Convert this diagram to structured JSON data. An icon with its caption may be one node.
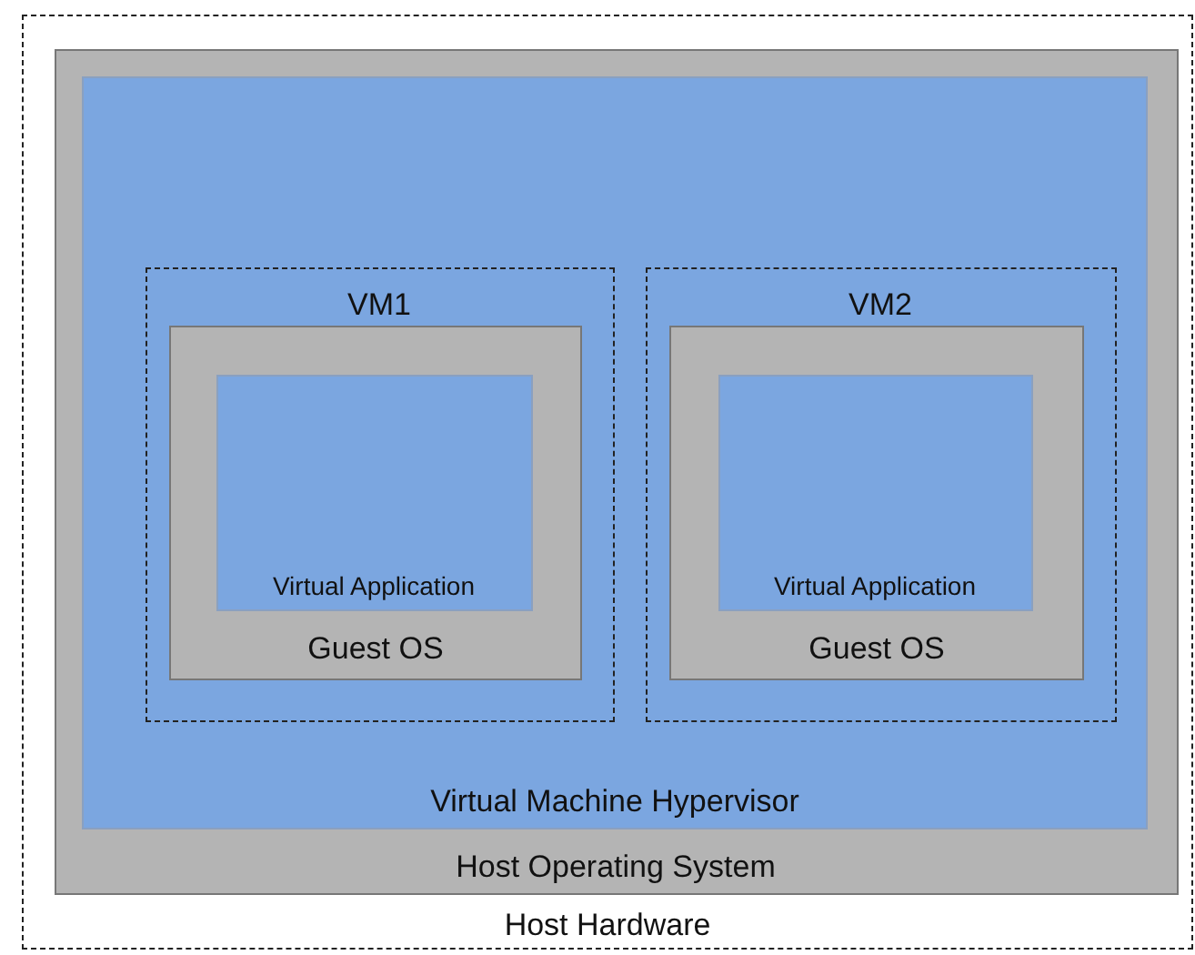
{
  "diagram": {
    "nodes": [
      {
        "text": [
          "Host Hardware"
        ]
      },
      {
        "text": [
          "Host Operating System"
        ],
        "in": 0
      },
      {
        "text": [
          "Virtual Machine Hypervisor"
        ],
        "in": 1
      },
      {
        "text": [
          "VM1"
        ],
        "in": 2
      },
      {
        "text": [
          "Guest OS"
        ],
        "in": 3
      },
      {
        "text": [
          "Virtual Application"
        ],
        "in": 4
      },
      {
        "text": [
          "VM2"
        ],
        "in": 2
      },
      {
        "text": [
          "Guest OS"
        ],
        "in": 6
      },
      {
        "text": [
          "Virtual Application"
        ],
        "in": 7
      }
    ]
  }
}
